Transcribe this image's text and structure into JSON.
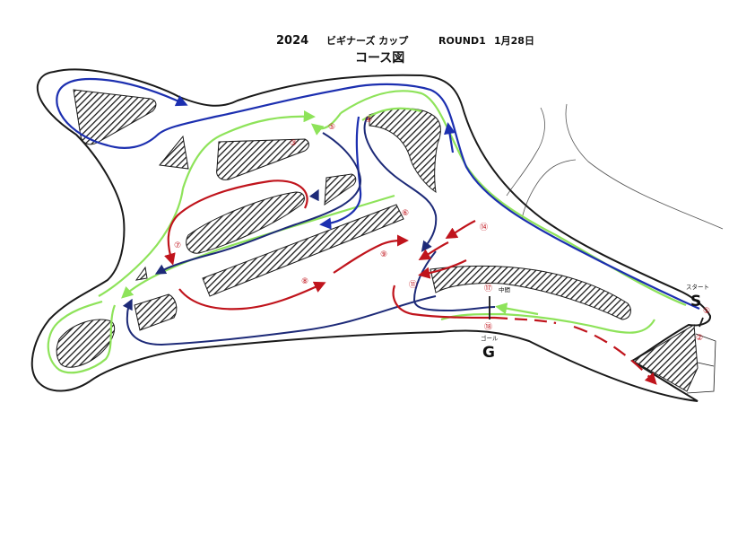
{
  "header": {
    "year": "2024",
    "event": "ビギナーズ カップ",
    "round": "ROUND1",
    "date": "1月28日",
    "subtitle": "コース図"
  },
  "markers": {
    "start_kana": "スタート",
    "start_letter": "S",
    "goal_kana": "ゴール",
    "goal_letter": "G",
    "midpoint": "中間"
  },
  "checkpoints": {
    "c1": "①",
    "c2": "②",
    "c3": "③",
    "c4": "④",
    "c5": "⑤",
    "c6": "⑥",
    "c7": "⑦",
    "c8": "⑧",
    "c9": "⑨",
    "c11": "⑪",
    "c14": "⑭",
    "c17": "⑰",
    "c18": "⑱"
  },
  "colors": {
    "outline": "#1a1a1a",
    "route_blue": "#1c2fb0",
    "route_navy": "#1d2a78",
    "route_green": "#8ee35a",
    "route_red": "#c0141c",
    "hatch": "#1a1a1a"
  }
}
